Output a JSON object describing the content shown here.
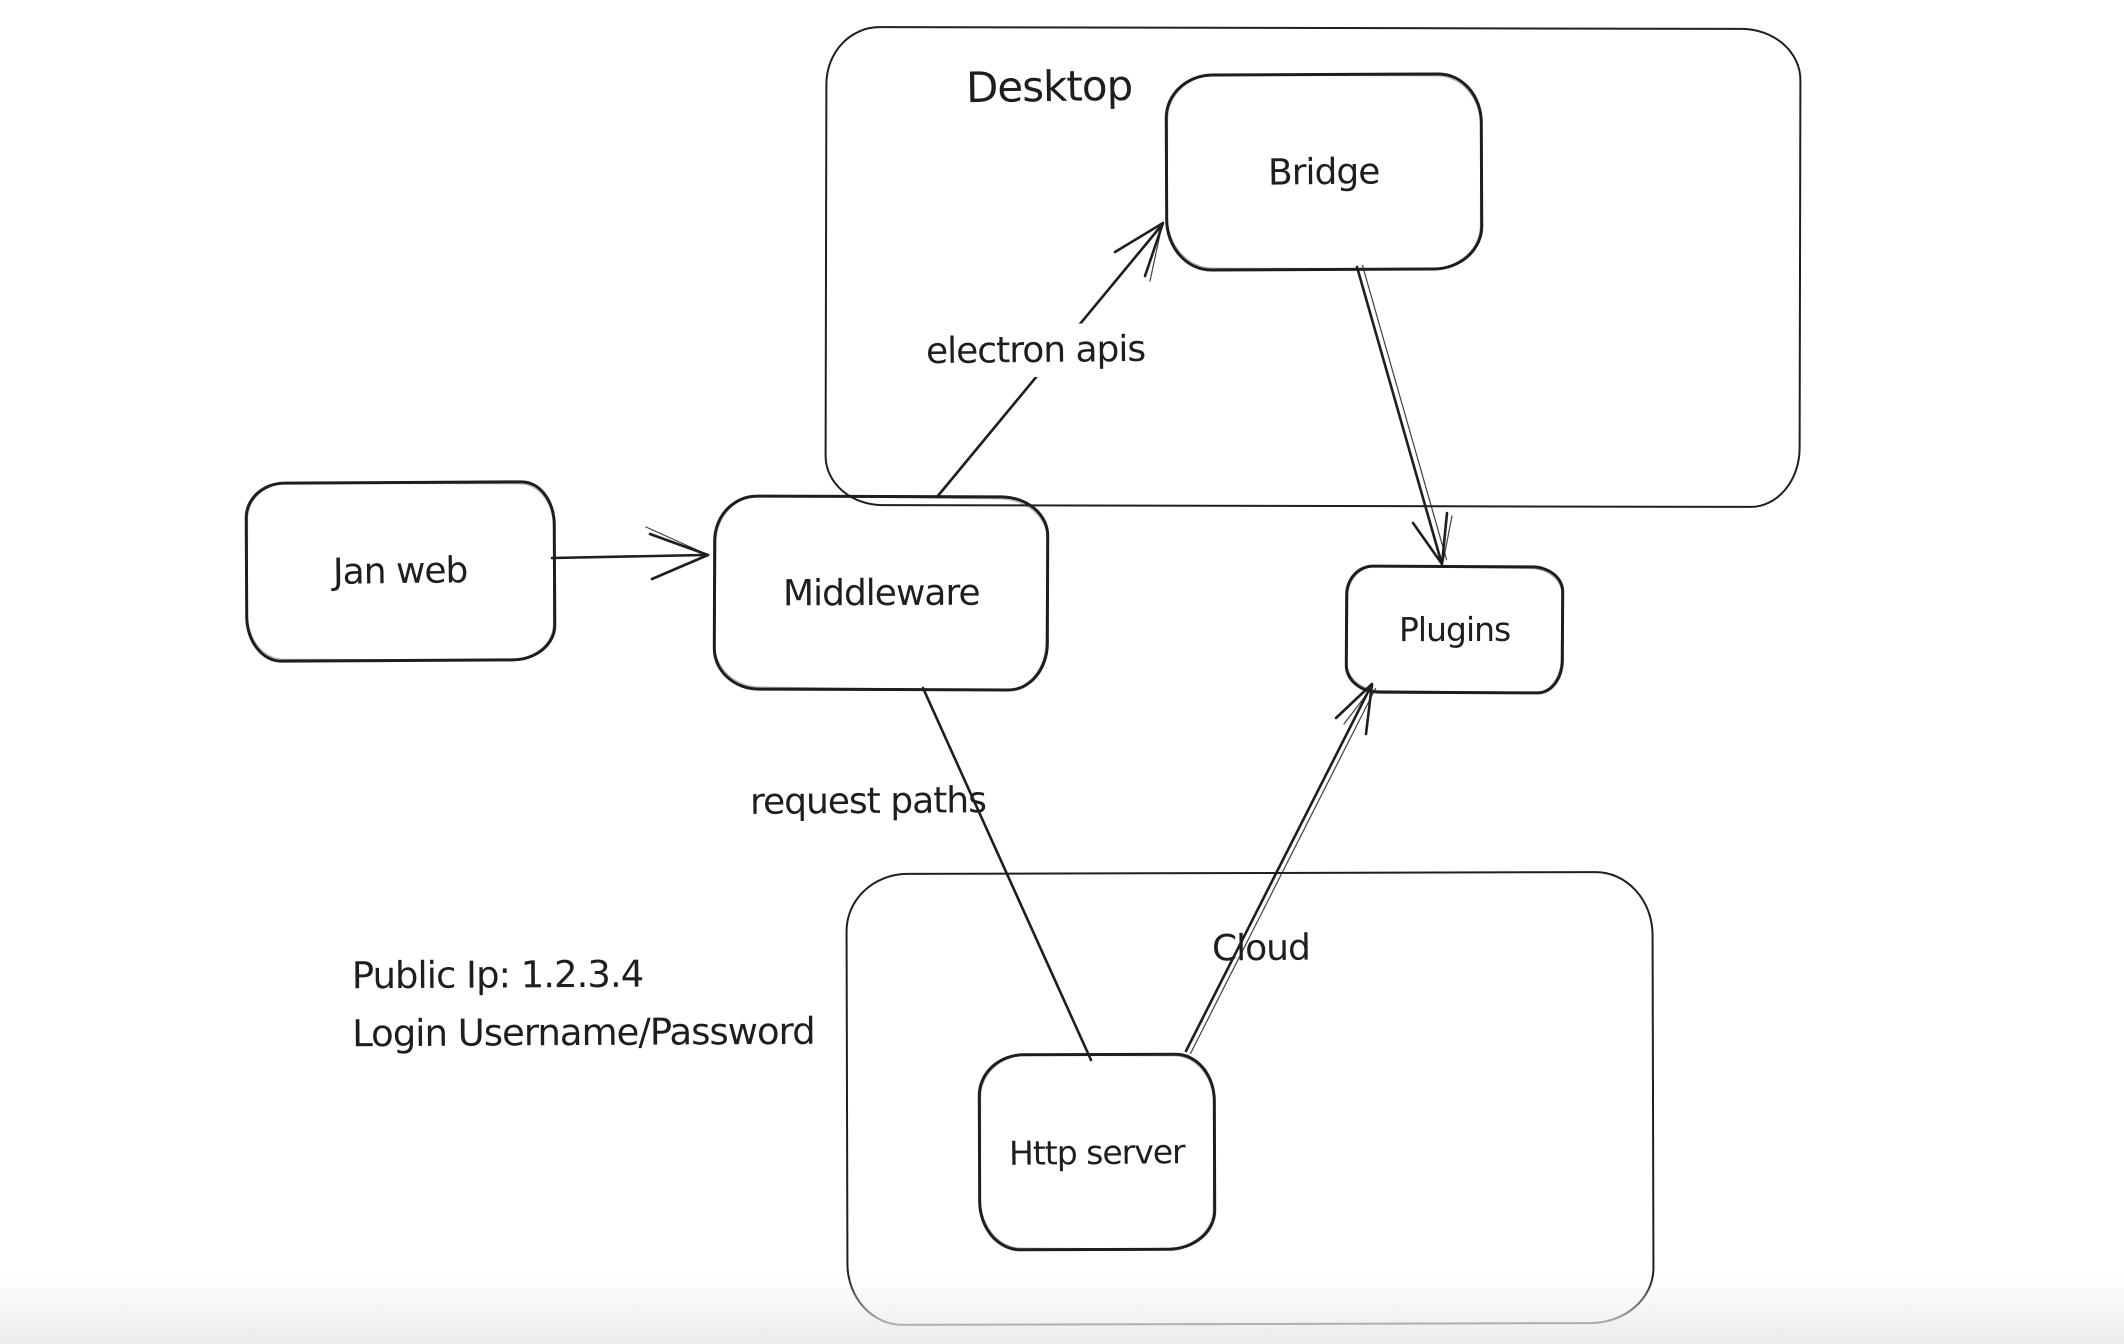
{
  "canvas": {
    "background": "#ffffff",
    "stroke_color": "#1e1e1e",
    "bottom_fade_color": "#ebebeb",
    "style": "hand-drawn whiteboard (excalidraw-like) architecture diagram"
  },
  "containers": [
    {
      "id": "desktop",
      "label": "Desktop"
    },
    {
      "id": "cloud",
      "label": "Cloud"
    }
  ],
  "nodes": [
    {
      "id": "jan-web",
      "label": "Jan web"
    },
    {
      "id": "middleware",
      "label": "Middleware"
    },
    {
      "id": "bridge",
      "label": "Bridge"
    },
    {
      "id": "plugins",
      "label": "Plugins"
    },
    {
      "id": "http-server",
      "label": "Http server"
    }
  ],
  "edges": [
    {
      "id": "jan-web-to-middleware",
      "from": "Jan web",
      "to": "Middleware",
      "label": "",
      "arrowhead": "at Middleware"
    },
    {
      "id": "middleware-to-bridge",
      "from": "Middleware",
      "to": "Bridge",
      "label": "electron apis",
      "arrowhead": "at Bridge"
    },
    {
      "id": "bridge-to-plugins",
      "from": "Bridge",
      "to": "Plugins",
      "label": "",
      "arrowhead": "at Plugins"
    },
    {
      "id": "middleware-to-http-server",
      "from": "Middleware",
      "to": "Http server",
      "label": "request paths",
      "arrowhead": "none"
    },
    {
      "id": "http-server-to-plugins",
      "from": "Http server",
      "to": "Plugins",
      "label": "",
      "arrowhead": "at Plugins"
    }
  ],
  "annotation": {
    "line1": "Public Ip: 1.2.3.4",
    "line2": "Login Username/Password"
  }
}
